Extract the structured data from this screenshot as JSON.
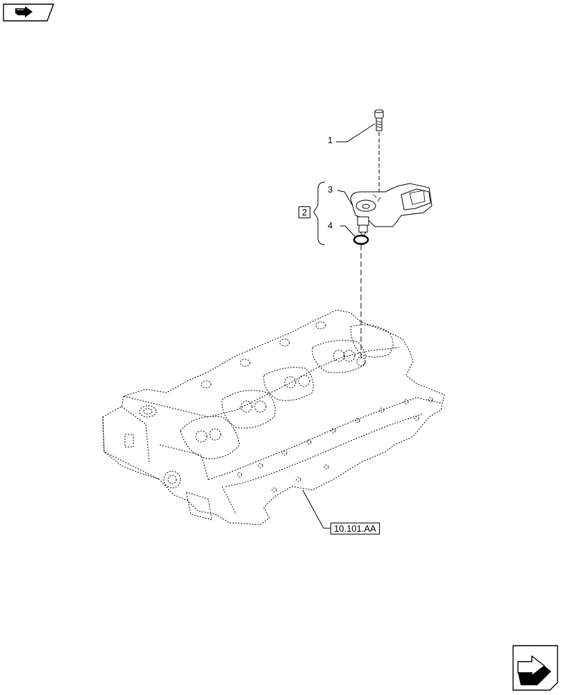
{
  "diagram": {
    "callouts": [
      {
        "id": "1",
        "text": "1"
      },
      {
        "id": "2",
        "text": "2"
      },
      {
        "id": "3",
        "text": "3"
      },
      {
        "id": "4",
        "text": "4"
      }
    ],
    "reference_label": "10.101.AA"
  },
  "icons": {
    "top_left": "prev-page-icon",
    "bottom_right": "next-page-icon"
  },
  "colors": {
    "line": "#000000",
    "background": "#ffffff"
  }
}
